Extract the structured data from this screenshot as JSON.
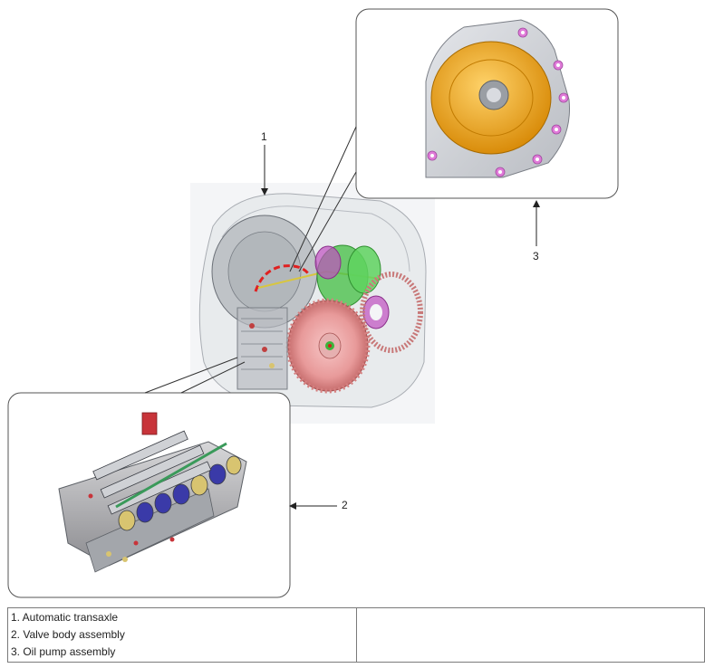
{
  "callouts": {
    "transaxle_number": "1",
    "valve_body_number": "2",
    "oil_pump_number": "3"
  },
  "legend": {
    "items": [
      "1. Automatic transaxle",
      "2. Valve body assembly",
      "3. Oil pump assembly"
    ]
  },
  "colors": {
    "callout_frame": "#555555",
    "pump_body": "#e8a31a",
    "pump_housing": "#9a9a9e",
    "bolt_marker": "#e07ad8",
    "gear_green": "#4cc24c",
    "gear_magenta": "#c050c0",
    "drum_pink": "#e89a9a",
    "highlight_red": "#e02020",
    "valve_solenoid_blue": "#3a3aa8",
    "valve_solenoid_yellow": "#d8c470"
  }
}
